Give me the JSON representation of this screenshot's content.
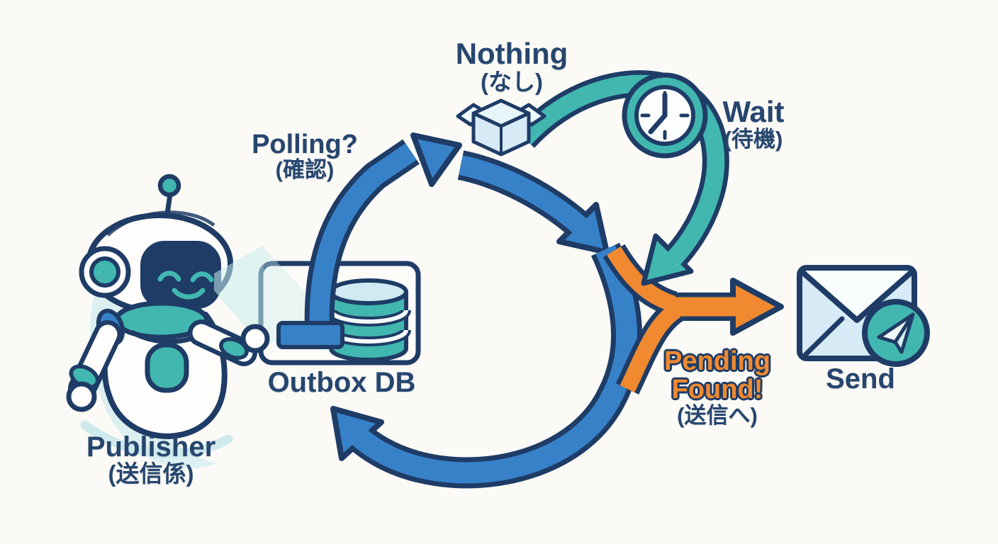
{
  "title": "Outbox polling loop diagram",
  "colors": {
    "bg": "#fbfaf6",
    "navy": "#1e3c66",
    "text_navy": "#27466e",
    "blue": "#3781c9",
    "teal": "#41b7b0",
    "orange": "#f0892f",
    "light_blue": "#d7ebf7",
    "pale_blue": "#eef7fc",
    "beam": "#c9eceb",
    "db_top": "#cfeaf2",
    "white": "#fffefd"
  },
  "labels": {
    "nothing": {
      "en": "Nothing",
      "ja": "(なし)"
    },
    "wait": {
      "en": "Wait",
      "ja": "(待機)"
    },
    "polling": {
      "en": "Polling?",
      "ja": "(確認)"
    },
    "outbox_db": {
      "en": "Outbox DB"
    },
    "publisher": {
      "en": "Publisher",
      "ja": "(送信係)"
    },
    "pending_found": {
      "line1": "Pending",
      "line2": "Found!",
      "ja": "(送信へ)"
    },
    "send": {
      "en": "Send"
    }
  },
  "icons": {
    "robot": "publisher-robot-mascot",
    "beam": "vision-beam",
    "database": "outbox-database",
    "empty_box": "empty-open-box",
    "clock": "wait-clock",
    "envelope": "send-envelope",
    "paper_plane": "paper-plane-badge"
  },
  "flow": {
    "nodes": [
      "Publisher",
      "Outbox DB",
      "Nothing",
      "Wait",
      "Pending Found",
      "Send"
    ],
    "arrows": [
      {
        "name": "polling-arrow",
        "color": "blue",
        "from": "outbox-db",
        "to": "loop-top"
      },
      {
        "name": "nothing-branch-arrow",
        "color": "blue",
        "from": "loop-top",
        "to": "merge-point"
      },
      {
        "name": "wait-arc-arrow",
        "color": "teal",
        "from": "empty-box",
        "via": "clock",
        "to": "merge-point"
      },
      {
        "name": "loop-return-arrow",
        "color": "blue",
        "from": "merge-point",
        "to": "outbox-db"
      },
      {
        "name": "pending-found-arrow",
        "color": "orange",
        "from": "loop",
        "to": "send-envelope"
      }
    ]
  }
}
